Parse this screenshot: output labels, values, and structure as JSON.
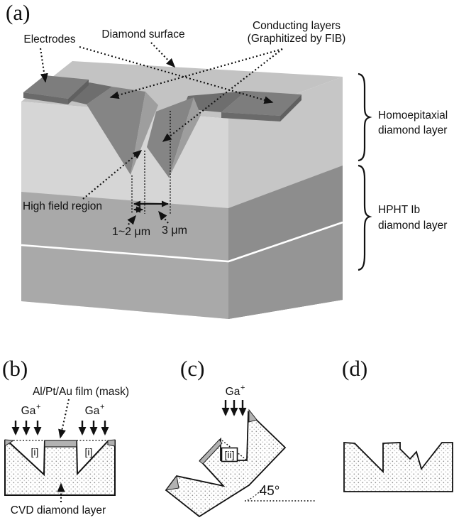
{
  "panels": {
    "a": {
      "tag": "(a)",
      "electrodes_label": "Electrodes",
      "diamond_surface_label": "Diamond surface",
      "conducting_label_line1": "Conducting layers",
      "conducting_label_line2": "(Graphitized by FIB)",
      "homoepitaxial_label_line1": "Homoepitaxial",
      "homoepitaxial_label_line2": "diamond layer",
      "hpht_label_line1": "HPHT Ib",
      "hpht_label_line2": "diamond layer",
      "high_field_label": "High field region",
      "dim_gap_label": "1~2 μm",
      "dim_pitch_label": "3 μm"
    },
    "b": {
      "tag": "(b)",
      "mask_label": "Al/Pt/Au film (mask)",
      "ga_base": "Ga",
      "ga_sup": "+",
      "step_label_left": "[i]",
      "step_label_right": "[i]",
      "cvd_label": "CVD diamond layer"
    },
    "c": {
      "tag": "(c)",
      "ga_base": "Ga",
      "ga_sup": "+",
      "step_label": "[ii]",
      "angle_label": "45°"
    },
    "d": {
      "tag": "(d)"
    }
  },
  "colors": {
    "top_face": "#c3c3c3",
    "front_face": "#d6d6d6",
    "side_face": "#c6c6c6",
    "hpht_front": "#a9a9a9",
    "hpht_side": "#8d8d8d",
    "base_front": "#a9a9a9",
    "base_side": "#959595",
    "electrode_top": "#7d7d7d",
    "electrode_front": "#6a6a6a",
    "electrode_side": "#606060",
    "surface_band": "#6e6e6e",
    "groove_wall_dark": "#858585",
    "groove_wall_light": "#9e9e9e",
    "mask_gray": "#b2b2b2",
    "ink": "#111111"
  }
}
